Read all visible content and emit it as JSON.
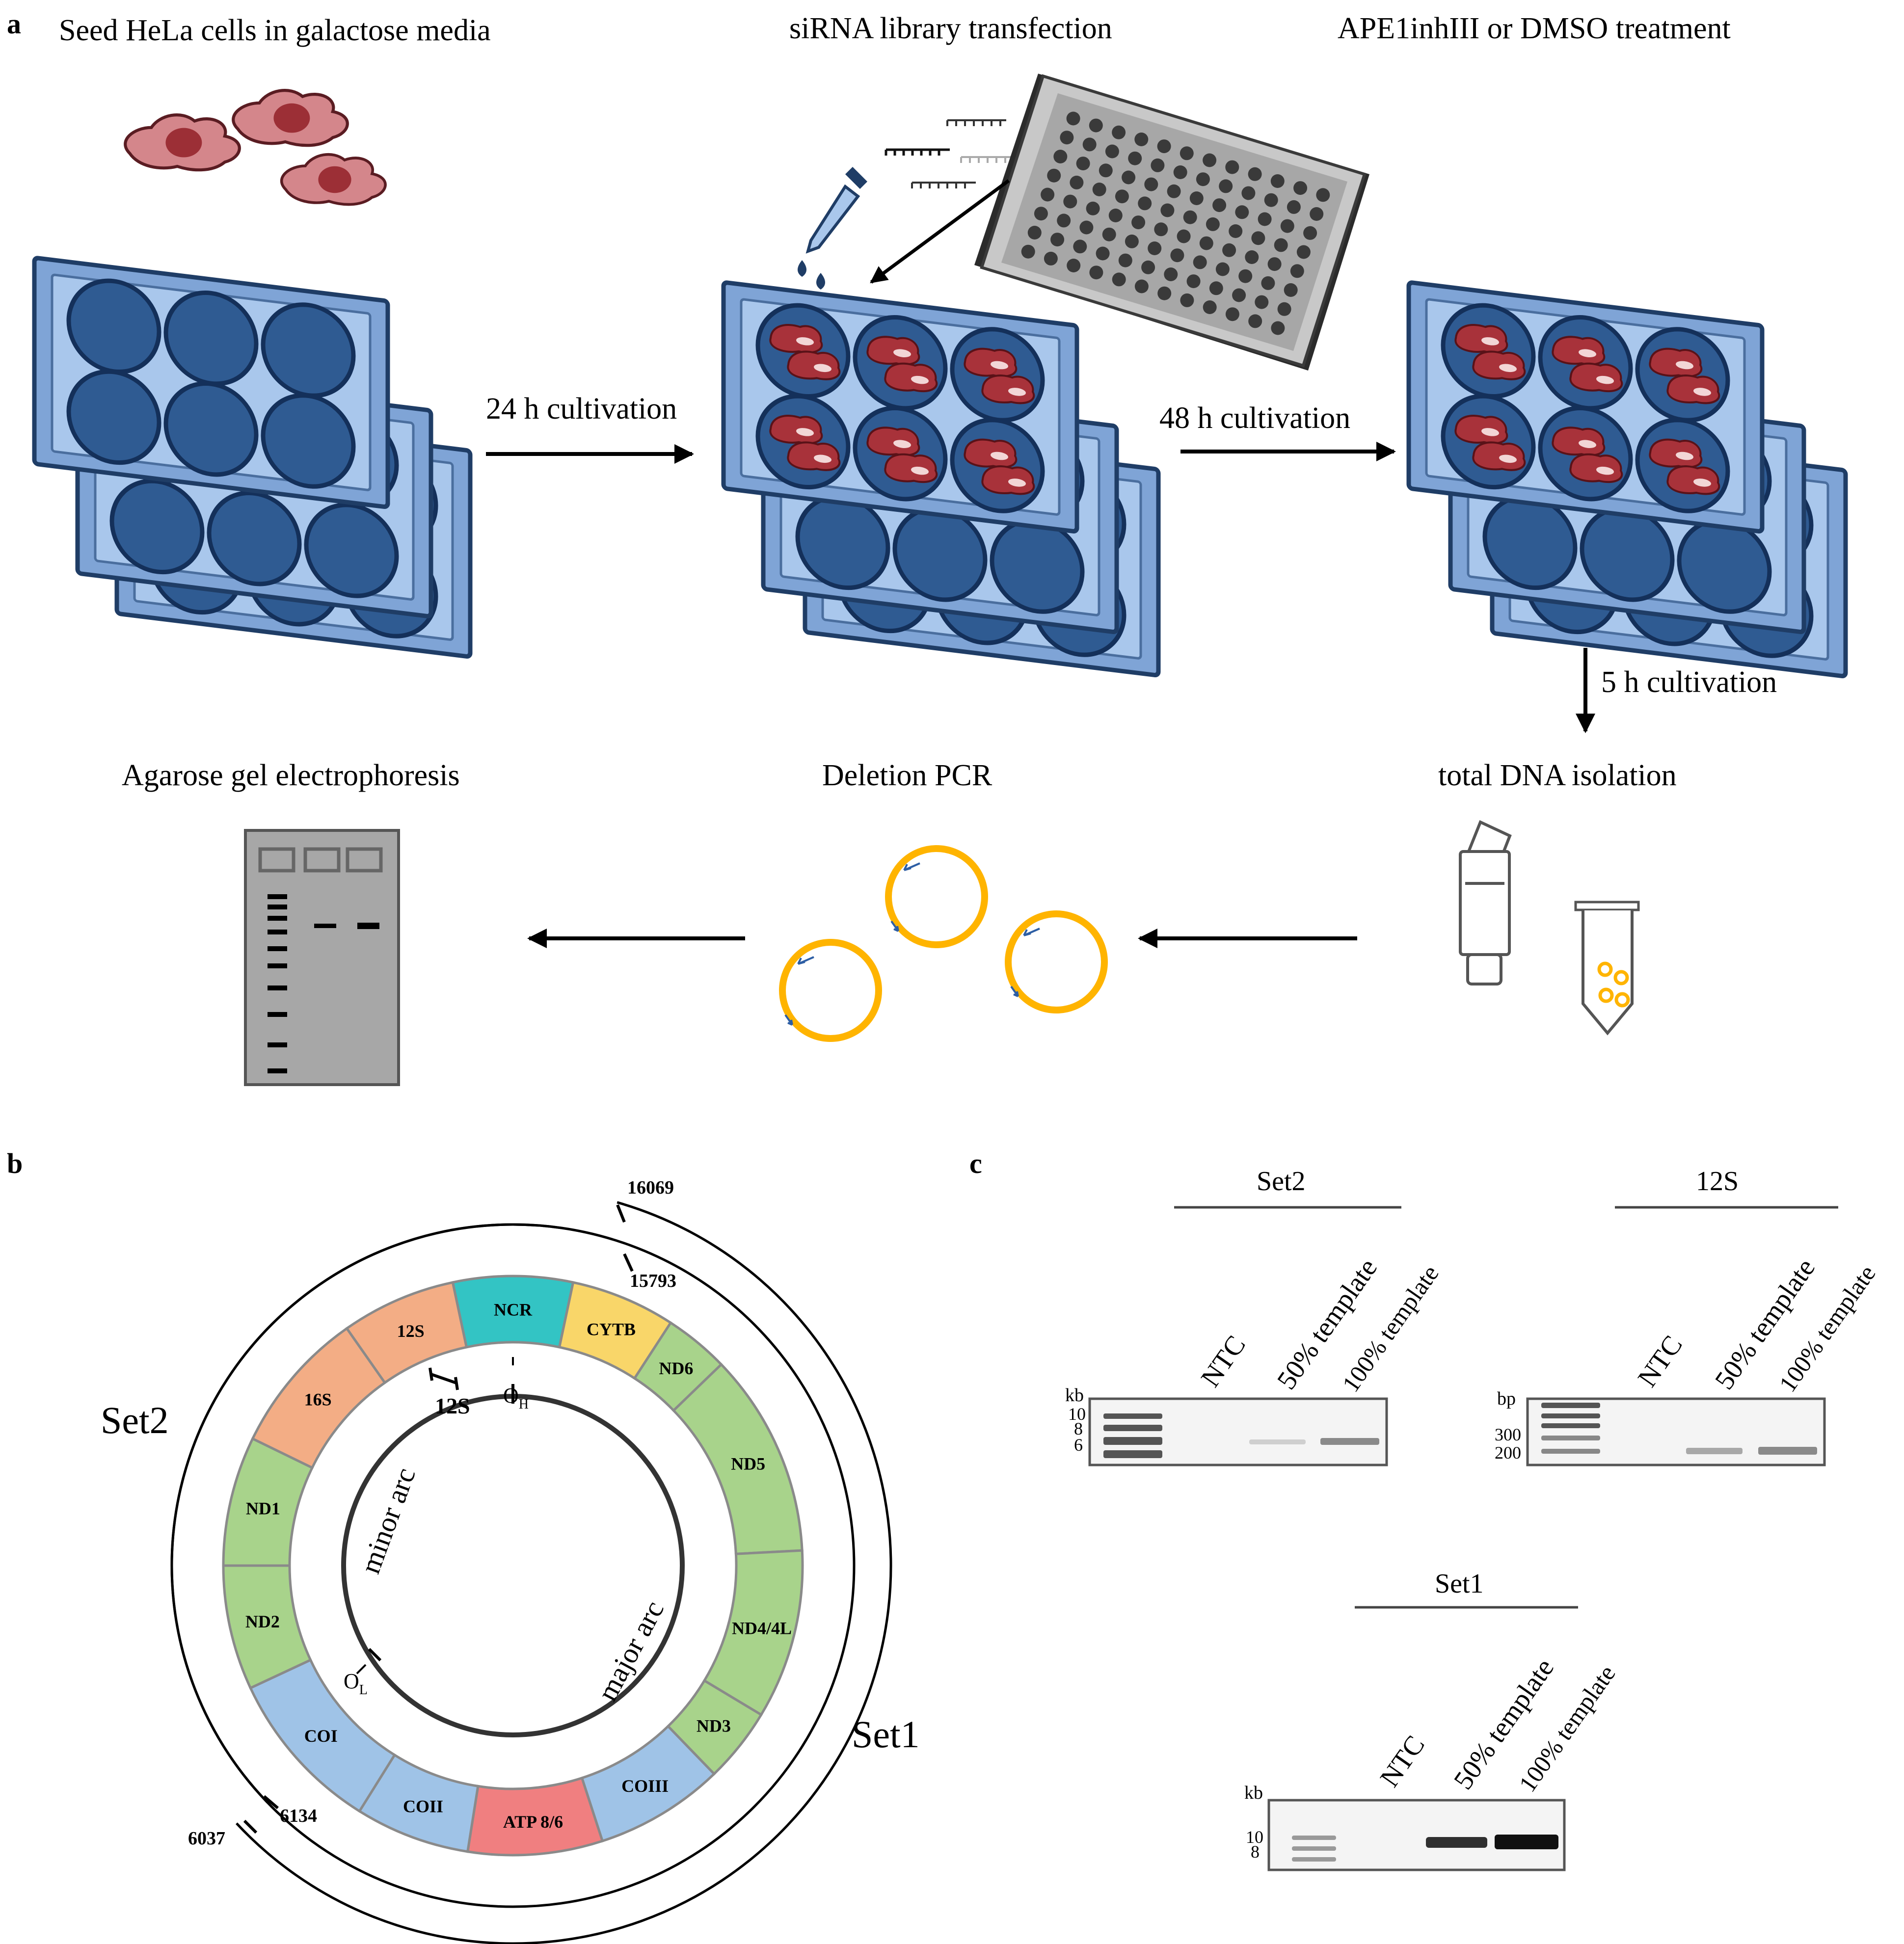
{
  "panel_a": {
    "label": "a",
    "steps": {
      "seed": "Seed HeLa cells in galactose media",
      "transfection": "siRNA library transfection",
      "treatment": "APE1inhIII or DMSO treatment",
      "isolation": "total DNA isolation",
      "pcr": "Deletion PCR",
      "gel": "Agarose gel electrophoresis"
    },
    "arrows": {
      "a1": "24 h cultivation",
      "a2": "48 h cultivation",
      "a3": "5 h cultivation"
    }
  },
  "panel_b": {
    "label": "b",
    "genes": [
      {
        "label": "NCR",
        "color": "#33c4c4",
        "a0": -12,
        "a1": 12
      },
      {
        "label": "CYTB",
        "color": "#f9d669",
        "a0": 12,
        "a1": 33
      },
      {
        "label": "ND6",
        "color": "#a8d38b",
        "a0": 33,
        "a1": 46
      },
      {
        "label": "ND5",
        "color": "#a8d38b",
        "a0": 46,
        "a1": 87
      },
      {
        "label": "ND4/4L",
        "color": "#a8d38b",
        "a0": 87,
        "a1": 121
      },
      {
        "label": "ND3",
        "color": "#a8d38b",
        "a0": 121,
        "a1": 136
      },
      {
        "label": "COIII",
        "color": "#9fc3e7",
        "a0": 136,
        "a1": 162
      },
      {
        "label": "ATP 8/6",
        "color": "#f07f80",
        "a0": 162,
        "a1": 189
      },
      {
        "label": "COII",
        "color": "#9fc3e7",
        "a0": 189,
        "a1": 212
      },
      {
        "label": "COI",
        "color": "#9fc3e7",
        "a0": 212,
        "a1": 245
      },
      {
        "label": "ND2",
        "color": "#a8d38b",
        "a0": 245,
        "a1": 270
      },
      {
        "label": "ND1",
        "color": "#a8d38b",
        "a0": 270,
        "a1": 296
      },
      {
        "label": "16S",
        "color": "#f3ad85",
        "a0": 296,
        "a1": 325
      },
      {
        "label": "12S",
        "color": "#f3ad85",
        "a0": 325,
        "a1": 348
      }
    ],
    "labels": {
      "set2": "Set2",
      "set1": "Set1",
      "minor_arc": "minor arc",
      "major_arc": "major arc",
      "oh": "O",
      "oh_sub": "H",
      "ol": "O",
      "ol_sub": "L",
      "inner_12s": "12S"
    },
    "positions": {
      "p16069": "16069",
      "p15793": "15793",
      "p6134": "6134",
      "p6037": "6037"
    }
  },
  "panel_c": {
    "label": "c",
    "gels": [
      {
        "title": "Set2",
        "unit": "kb",
        "ladder_labels": [
          "10",
          "8",
          "6"
        ],
        "lanes": [
          "NTC",
          "50%  template",
          "100% template"
        ]
      },
      {
        "title": "12S",
        "unit": "bp",
        "ladder_labels": [
          "300",
          "200"
        ],
        "lanes": [
          "NTC",
          "50%  template",
          "100% template"
        ]
      },
      {
        "title": "Set1",
        "unit": "kb",
        "ladder_labels": [
          "10",
          "8"
        ],
        "lanes": [
          "NTC",
          "50%  template",
          "100% template"
        ]
      }
    ]
  }
}
